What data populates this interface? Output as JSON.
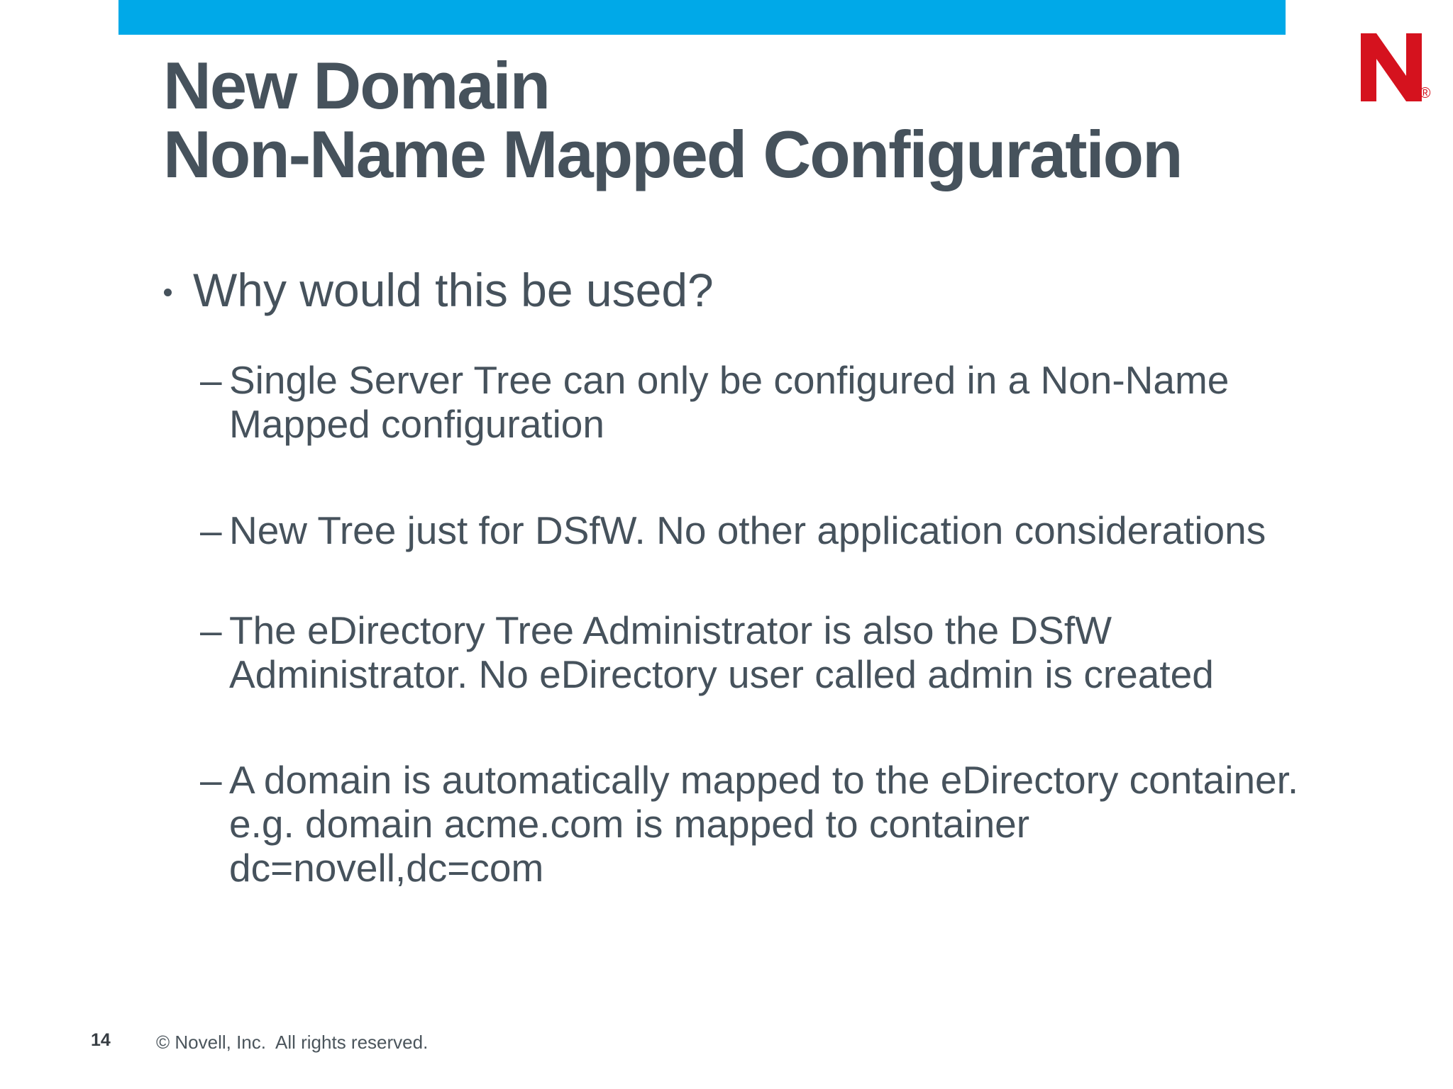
{
  "colors": {
    "accent_cyan": "#00A9E8",
    "brand_red": "#D5121E",
    "text_slate": "#46525C"
  },
  "logo": {
    "letter": "N",
    "registered": "®"
  },
  "glyphs": {
    "dash": "–"
  },
  "slide": {
    "title": "New Domain\nNon-Name Mapped Configuration",
    "question": "Why would this be used?",
    "sub_bullets": [
      {
        "text": "Single Server Tree can only be configured in a Non-Name\nMapped configuration"
      },
      {
        "text": "New Tree just for DSfW. No other application considerations"
      },
      {
        "text": "The eDirectory Tree Administrator is also the DSfW\nAdministrator. No eDirectory user called admin is created"
      },
      {
        "text": "A domain is automatically mapped to the eDirectory container.\ne.g. domain acme.com is mapped to container\ndc=novell,dc=com"
      }
    ]
  },
  "footer": {
    "page_number": "14",
    "copyright": "© Novell, Inc.  All rights reserved."
  }
}
